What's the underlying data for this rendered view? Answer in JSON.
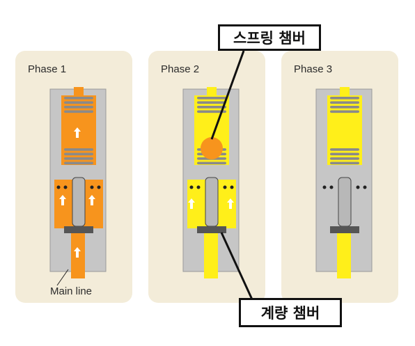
{
  "phases": [
    {
      "label": "Phase 1",
      "fill_color": "#f7941d"
    },
    {
      "label": "Phase 2",
      "fill_color": "#ffef1a",
      "chamber_color": "#f7941d"
    },
    {
      "label": "Phase 3",
      "fill_color": "#ffef1a"
    }
  ],
  "labels": {
    "main_line": "Main line",
    "spring_chamber": "스프링 챔버",
    "metering_chamber": "계량 챔버"
  },
  "colors": {
    "housing": "#c6c6c6",
    "housing_dark": "#9a9a9a",
    "spring": "#8a8a8a",
    "piston": "#b8b8b8",
    "arrow": "#ffffff",
    "panel": "#f3ecd9"
  }
}
